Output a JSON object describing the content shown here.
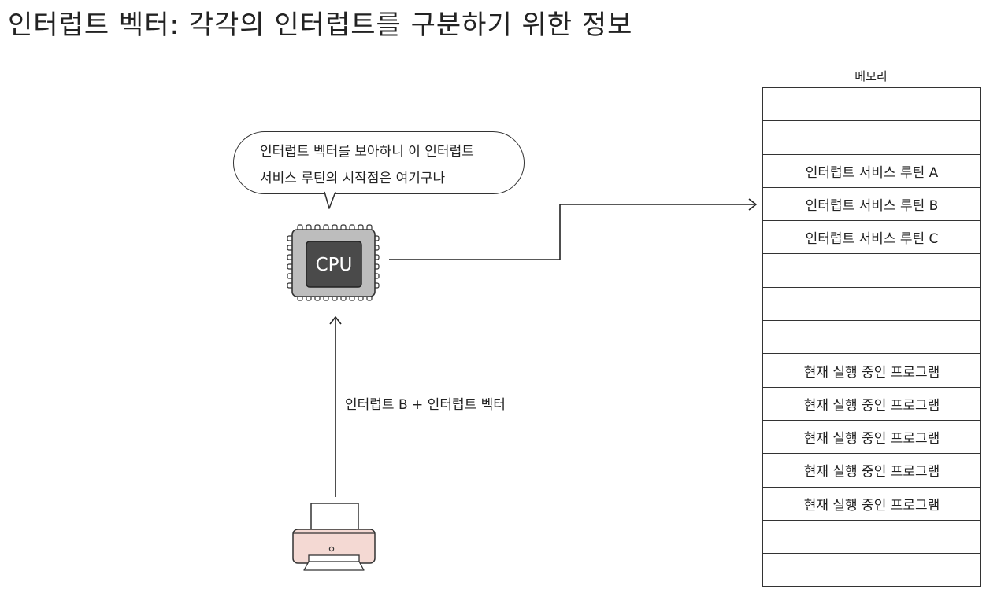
{
  "title": "인터럽트 벡터: 각각의 인터럽트를 구분하기 위한 정보",
  "speech_bubble": {
    "line1": "인터럽트 벡터를 보아하니 이 인터럽트",
    "line2": "서비스 루틴의 시작점은 여기구나"
  },
  "cpu_label": "CPU",
  "edge_label": "인터럽트 B + 인터럽트 벡터",
  "memory": {
    "title": "메모리",
    "cells": [
      "",
      "",
      "인터럽트 서비스 루틴 A",
      "인터럽트 서비스 루틴 B",
      "인터럽트 서비스 루틴 C",
      "",
      "",
      "",
      "현재 실행 중인 프로그램",
      "현재 실행 중인 프로그램",
      "현재 실행 중인 프로그램",
      "현재 실행 중인 프로그램",
      "현재 실행 중인 프로그램",
      "",
      ""
    ]
  },
  "colors": {
    "cpu_chip": "#bdbdbd",
    "cpu_core": "#4a4a4a",
    "printer_body": "#f4d9d3"
  },
  "icons": [
    "speech-bubble",
    "cpu-chip-icon",
    "printer-icon"
  ]
}
